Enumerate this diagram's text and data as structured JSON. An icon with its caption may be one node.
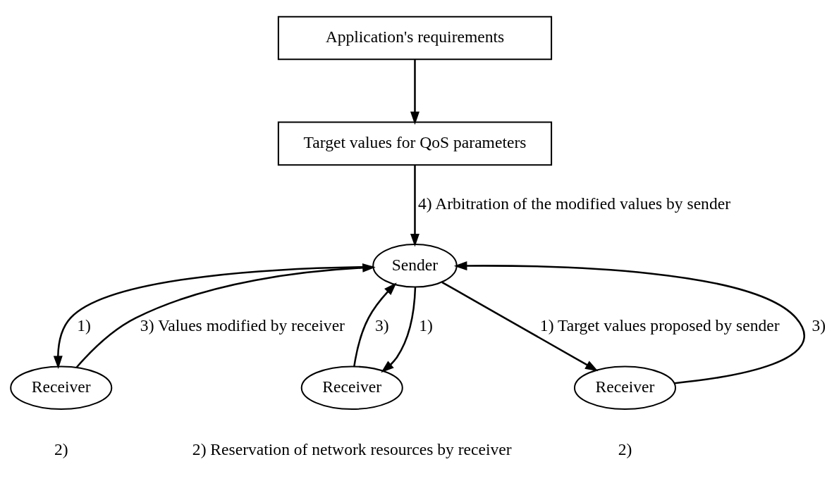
{
  "diagram": {
    "nodes": [
      {
        "text": [
          "Application's requirements"
        ]
      },
      {
        "text": [
          "Target values for QoS parameters"
        ]
      },
      {
        "text": [
          "Sender"
        ]
      },
      {
        "text": [
          "Receiver"
        ],
        "beside": [
          "2)"
        ]
      },
      {
        "text": [
          "Receiver"
        ],
        "beside": [
          "2) Reservation of network resources by receiver"
        ]
      },
      {
        "text": [
          "Receiver"
        ],
        "beside": [
          "2)"
        ]
      }
    ],
    "edges": [
      {
        "from": 0,
        "to": 1,
        "arrow": "to"
      },
      {
        "from": 1,
        "to": 2,
        "arrow": "to",
        "label": "4) Arbitration of the modified values by sender"
      },
      {
        "from": 3,
        "to": 2,
        "arrow": "to",
        "label": "3) Values modified by receiver"
      },
      {
        "from": 2,
        "to": 3,
        "arrow": "to",
        "label": "1)"
      },
      {
        "from": 2,
        "to": 4,
        "arrow": "to",
        "label": "1)"
      },
      {
        "from": 4,
        "to": 2,
        "arrow": "to",
        "label": "3)"
      },
      {
        "from": 2,
        "to": 5,
        "arrow": "to",
        "label": "1) Target values proposed by sender"
      },
      {
        "from": 5,
        "to": 2,
        "arrow": "to",
        "label": "3)"
      }
    ]
  }
}
